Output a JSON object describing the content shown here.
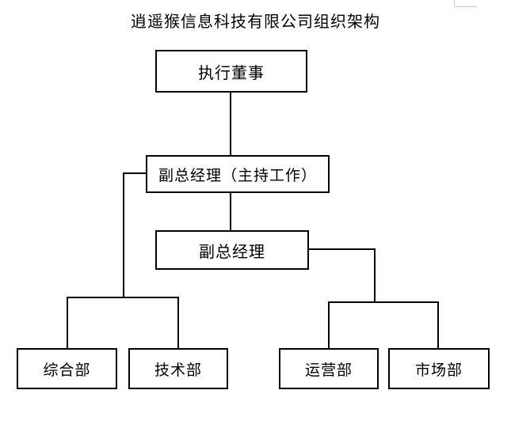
{
  "document": {
    "title": "逍遥猴信息科技有限公司组织架构",
    "background_color": "#ffffff",
    "line_color": "#000000",
    "text_color": "#000000"
  },
  "chart": {
    "type": "org-chart",
    "nodes": {
      "executive_director": "执行董事",
      "deputy_gm_presiding": "副总经理（主持工作）",
      "deputy_gm": "副总经理",
      "dept_general_affairs": "综合部",
      "dept_technology": "技术部",
      "dept_operations": "运营部",
      "dept_marketing": "市场部"
    }
  }
}
